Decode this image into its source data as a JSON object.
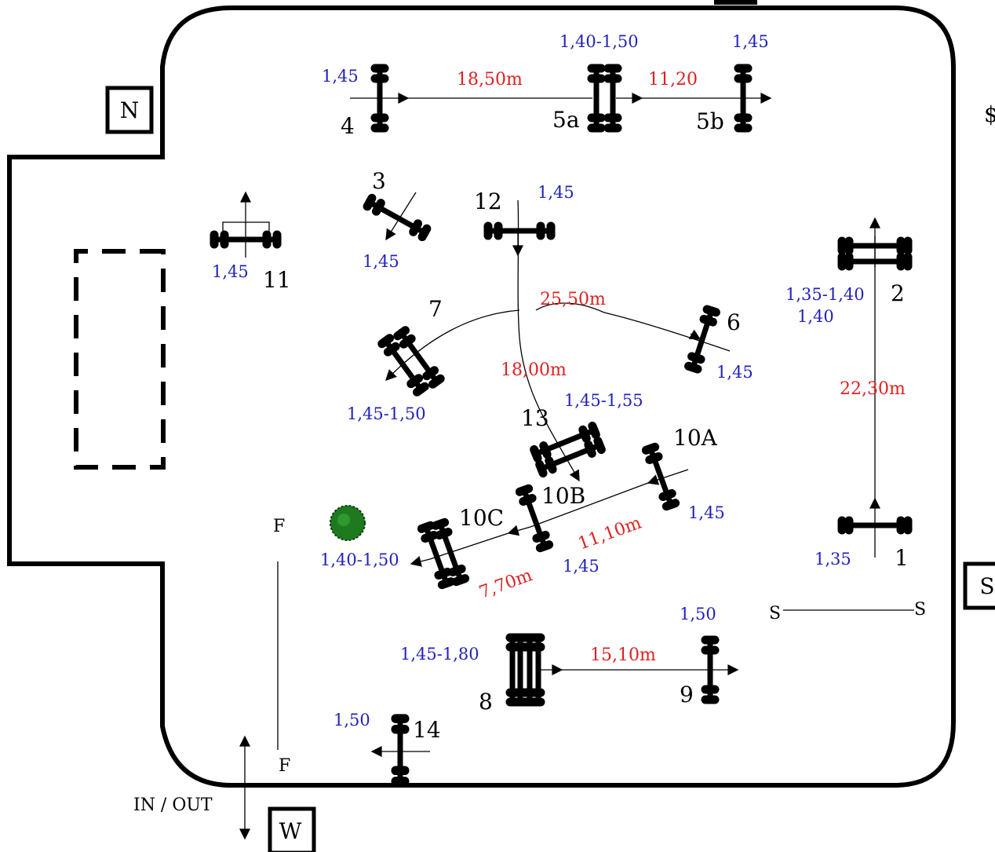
{
  "colors": {
    "height": "#2222bb",
    "distance": "#dd2222",
    "ink": "#000000",
    "bush": "#1f7a1f"
  },
  "markers": {
    "north": "N",
    "south": "S",
    "west": "W"
  },
  "entrance": {
    "label": "IN / OUT"
  },
  "start_line": {
    "left": "S",
    "right": "S"
  },
  "finish_line": {
    "top": "F",
    "bottom": "F"
  },
  "obstacles": [
    {
      "number": "1",
      "height": "1,35"
    },
    {
      "number": "2",
      "height": "1,35-1,40",
      "height2": "1,40"
    },
    {
      "number": "3",
      "height": "1,45"
    },
    {
      "number": "4",
      "height": "1,45"
    },
    {
      "number": "5a",
      "height": "1,40-1,50"
    },
    {
      "number": "5b",
      "height": "1,45"
    },
    {
      "number": "6",
      "height": "1,45"
    },
    {
      "number": "7",
      "height": "1,45-1,50"
    },
    {
      "number": "8",
      "height": "1,45-1,80"
    },
    {
      "number": "9",
      "height": "1,50"
    },
    {
      "number": "10A",
      "height": "1,45"
    },
    {
      "number": "10B",
      "height": "1,45"
    },
    {
      "number": "10C",
      "height": "1,40-1,50"
    },
    {
      "number": "11",
      "height": "1,45"
    },
    {
      "number": "12",
      "height": "1,45"
    },
    {
      "number": "13",
      "height": "1,45-1,55"
    },
    {
      "number": "14",
      "height": "1,50"
    }
  ],
  "distances": [
    {
      "id": "4-5a",
      "label": "18,50m"
    },
    {
      "id": "5a-5b",
      "label": "11,20"
    },
    {
      "id": "1-2",
      "label": "22,30m"
    },
    {
      "id": "12-6",
      "label": "25,50m"
    },
    {
      "id": "12-13",
      "label": "18,00m"
    },
    {
      "id": "10A-10B",
      "label": "11,10m"
    },
    {
      "id": "10B-10C",
      "label": "7,70m"
    },
    {
      "id": "8-9",
      "label": "15,10m"
    }
  ],
  "edge_glyph": "$"
}
